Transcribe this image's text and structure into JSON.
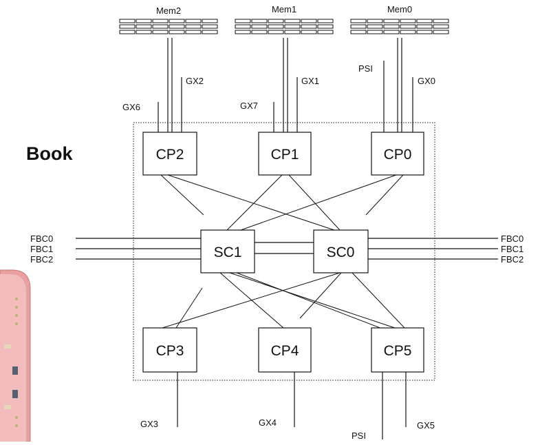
{
  "diagram": {
    "title": "Book",
    "memory_labels": [
      "Mem2",
      "Mem1",
      "Mem0"
    ],
    "processors_top": [
      "CP2",
      "CP1",
      "CP0"
    ],
    "controllers": [
      "SC1",
      "SC0"
    ],
    "processors_bottom": [
      "CP3",
      "CP4",
      "CP5"
    ],
    "gx_labels": {
      "gx0": "GX0",
      "gx1": "GX1",
      "gx2": "GX2",
      "gx3": "GX3",
      "gx4": "GX4",
      "gx5": "GX5",
      "gx6": "GX6",
      "gx7": "GX7"
    },
    "psi_label": "PSI",
    "fabric_links": [
      "FBC0",
      "FBC1",
      "FBC2"
    ],
    "colors": {
      "line": "#111111",
      "background": "#ffffff",
      "board_pink": "#e9a0a0"
    }
  }
}
